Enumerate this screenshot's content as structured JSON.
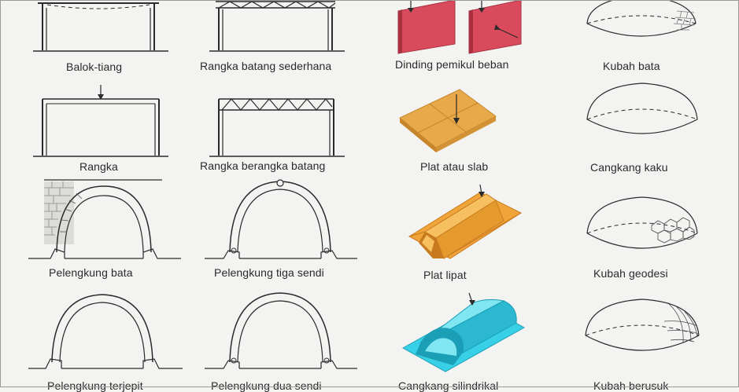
{
  "captions": {
    "balok_tiang": "Balok-tiang",
    "rangka_batang_sederhana": "Rangka batang sederhana",
    "dinding_pemikul_beban": "Dinding pemikul beban",
    "kubah_bata": "Kubah bata",
    "rangka": "Rangka",
    "rangka_berangka_batang": "Rangka berangka batang",
    "plat_atau_slab": "Plat atau slab",
    "cangkang_kaku": "Cangkang kaku",
    "pelengkung_bata": "Pelengkung bata",
    "pelengkung_tiga_sendi": "Pelengkung tiga sendi",
    "plat_lipat": "Plat lipat",
    "kubah_geodesi": "Kubah geodesi",
    "pelengkung_terjepit": "Pelengkung terjepit",
    "pelengkung_dua_sendi": "Pelengkung dua sendi",
    "cangkang_silindrikal": "Cangkang silindrikal",
    "kubah_berusuk": "Kubah berusuk"
  },
  "colors": {
    "line": "#2b2b2b",
    "wall_red": "#d94a5c",
    "wall_red_dark": "#a8303f",
    "slab_orange": "#e8a94a",
    "slab_orange_dark": "#c7852c",
    "fold_orange": "#f0a53a",
    "fold_orange_dark": "#c97a1f",
    "shell_cyan": "#38d0e6",
    "shell_cyan_dark": "#1a9fb6",
    "brick": "#bdbdbd"
  }
}
